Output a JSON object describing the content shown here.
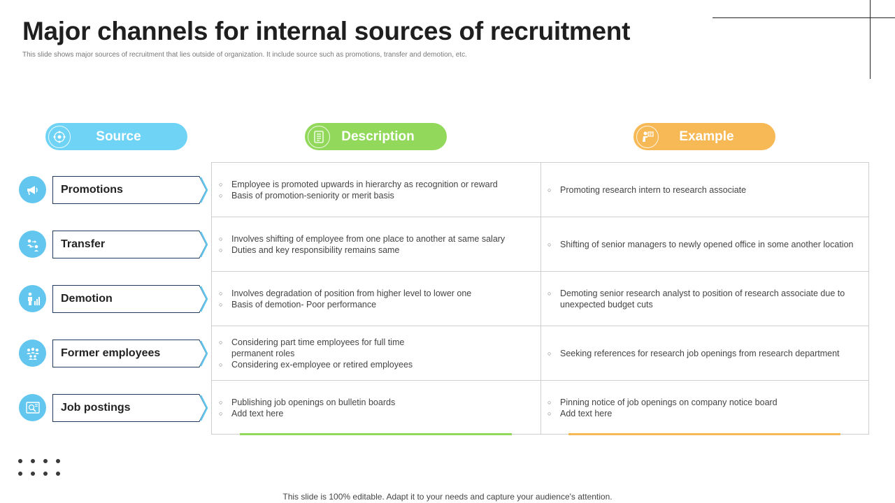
{
  "header": {
    "title": "Major channels for internal sources of recruitment",
    "subtitle": "This slide shows major sources of recruitment that lies outside of organization. It include source such as promotions, transfer and demotion, etc."
  },
  "columns": {
    "source": {
      "label": "Source",
      "icon": "source-network-icon",
      "color": "#6fd3f6"
    },
    "description": {
      "label": "Description",
      "icon": "document-icon",
      "color": "#92d95b"
    },
    "example": {
      "label": "Example",
      "icon": "presenter-icon",
      "color": "#f7b955"
    }
  },
  "rows": [
    {
      "source": "Promotions",
      "icon": "megaphone-icon",
      "description": [
        "Employee is promoted upwards in hierarchy as recognition or reward",
        "Basis of promotion-seniority or merit basis"
      ],
      "example": [
        "Promoting research intern to research associate"
      ]
    },
    {
      "source": "Transfer",
      "icon": "transfer-people-icon",
      "description": [
        "Involves shifting of employee from one place to another at same salary",
        "Duties and key responsibility remains same"
      ],
      "example": [
        "Shifting of senior managers to newly opened office in some another location"
      ]
    },
    {
      "source": "Demotion",
      "icon": "person-chart-icon",
      "description": [
        "Involves degradation of position from higher level to lower one",
        "Basis of demotion- Poor performance"
      ],
      "example": [
        "Demoting senior research analyst to position of research associate due to unexpected budget cuts"
      ]
    },
    {
      "source": "Former employees",
      "icon": "group-icon",
      "description": [
        "Considering part time employees for full time permanent roles",
        "Considering ex-employee or retired employees"
      ],
      "example": [
        "Seeking references for research job openings from research department"
      ]
    },
    {
      "source": "Job postings",
      "icon": "job-board-icon",
      "description": [
        "Publishing job openings on bulletin boards",
        "Add text here"
      ],
      "example": [
        "Pinning notice of job openings on company notice board",
        "Add text here"
      ]
    }
  ],
  "footer": "This slide is 100% editable. Adapt it to your needs and capture your audience's attention.",
  "colors": {
    "accent_blue": "#62c6ef",
    "green": "#92d95b",
    "orange": "#f7b955",
    "border": "#cfcfcf"
  }
}
